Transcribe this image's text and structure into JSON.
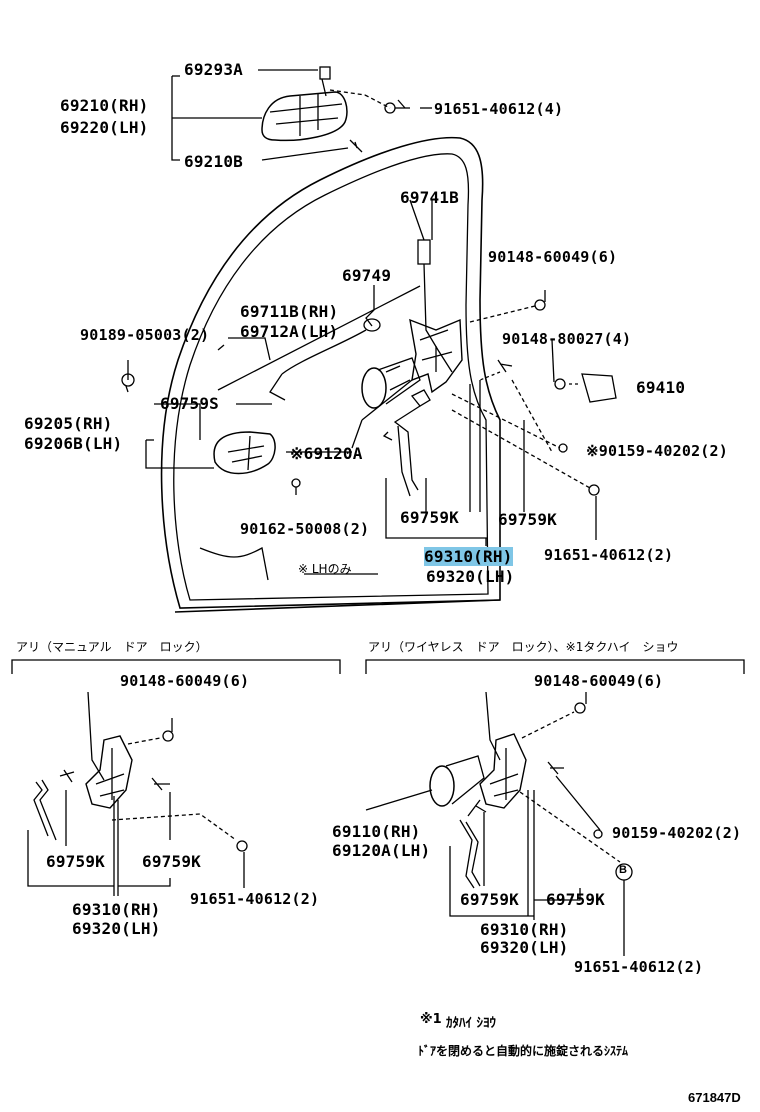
{
  "top": {
    "p69293A": "69293A",
    "p69210RH": "69210(RH)",
    "p69220LH": "69220(LH)",
    "p69210B": "69210B",
    "p91651_4": "91651-40612(4)",
    "p69741B": "69741B",
    "p69749": "69749",
    "p90148_60049_6": "90148-60049(6)",
    "p69711B": "69711B(RH)",
    "p69712A": "69712A(LH)",
    "p90189": "90189-05003(2)",
    "p90148_80027": "90148-80027(4)",
    "p69410": "69410",
    "p69759S": "69759S",
    "p69205": "69205(RH)",
    "p69206B": "69206B(LH)",
    "p69120A": "※69120A",
    "p90159": "※90159-40202(2)",
    "p90162": "90162-50008(2)",
    "p69759K_a": "69759K",
    "p69759K_b": "69759K",
    "p91651_2": "91651-40612(2)",
    "p69310RH": "69310(RH)",
    "p69320LH": "69320(LH)",
    "lhOnly": "※ LHのみ"
  },
  "left_variant": {
    "header": "アリ（マニュアル　ドア　ロック）",
    "p90148": "90148-60049(6)",
    "p69759K_a": "69759K",
    "p69759K_b": "69759K",
    "p91651": "91651-40612(2)",
    "p69310": "69310(RH)",
    "p69320": "69320(LH)"
  },
  "right_variant": {
    "header": "アリ（ワイヤレス　ドア　ロック）、※1タクハイ　ショウ",
    "p90148": "90148-60049(6)",
    "p69110": "69110(RH)",
    "p69120A": "69120A(LH)",
    "p90159": "90159-40202(2)",
    "p69759K_a": "69759K",
    "p69759K_b": "69759K",
    "p69310": "69310(RH)",
    "p69320": "69320(LH)",
    "p91651": "91651-40612(2)",
    "marker": "B"
  },
  "footnote": {
    "mark": "※1",
    "line1": "ｶﾀﾊｲ ｼﾖｳ",
    "line2": "ﾄﾞｱを閉めると自動的に施錠されるｼｽﾃﾑ"
  },
  "diagram_code": "671847D",
  "colors": {
    "highlight": "#7fc6e6",
    "ink": "#000000"
  }
}
